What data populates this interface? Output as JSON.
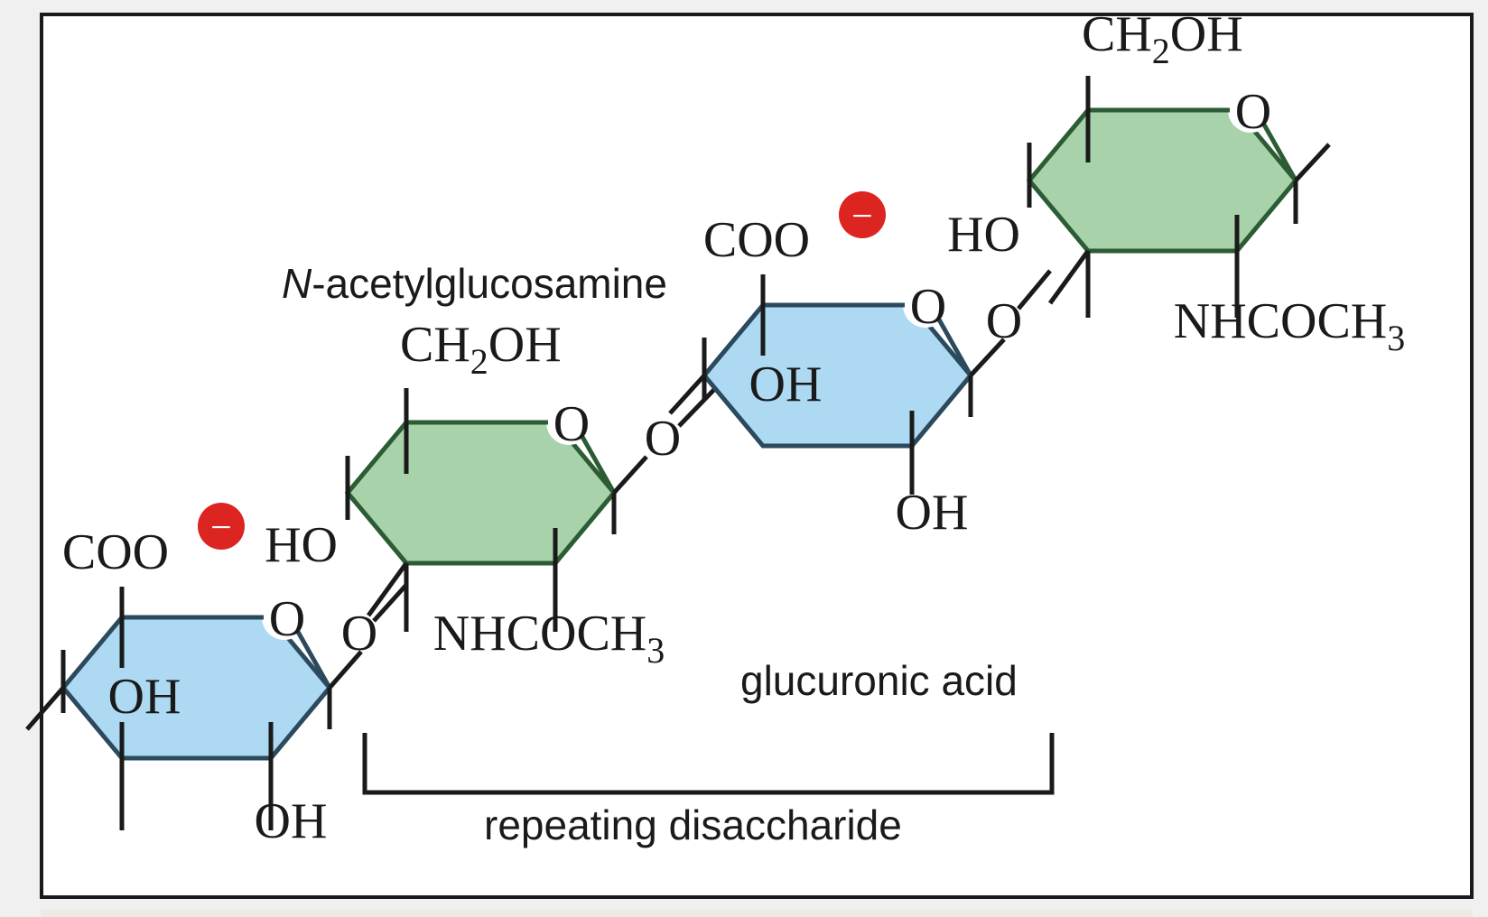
{
  "figure": {
    "title": "hyaluronan repeating disaccharide structure",
    "background": "#f0f0f0",
    "panel_background": "#ffffff",
    "border_color": "#1a1a1a",
    "bottom_strip_color": "#ecebe3"
  },
  "colors": {
    "blue_fill": "#addaf2",
    "blue_stroke": "#2b4a5e",
    "green_fill": "#a8d3aa",
    "green_stroke": "#2b5c33",
    "charge_red": "#dc2420",
    "bond_black": "#1a1a1a",
    "text_black": "#1a1a1a"
  },
  "labels": {
    "n_acetylglucosamine_italic": "N",
    "n_acetylglucosamine_rest": "-acetylglucosamine",
    "glucuronic_acid": "glucuronic acid",
    "repeating_disaccharide": "repeating disaccharide"
  },
  "chemical_groups": {
    "carboxylate": "COO",
    "charge_minus": "−",
    "hydroxymethyl_c": "CH",
    "hydroxymethyl_sub": "2",
    "hydroxymethyl_oh": "OH",
    "hydroxyl": "OH",
    "hydroxyl_reversed": "HO",
    "ring_oxygen": "O",
    "glycosidic_oxygen": "O",
    "acetamido_main": "NHCOCH",
    "acetamido_sub": "3"
  },
  "rings": [
    {
      "id": "ring-1-glucuronic-acid",
      "type": "glucuronic acid",
      "color": "blue",
      "position": "bottom-left",
      "substituents": [
        "COO⁻",
        "OH (ring interior)",
        "OH (below)",
        "O (ring oxygen)"
      ]
    },
    {
      "id": "ring-2-n-acetylglucosamine",
      "type": "N-acetylglucosamine",
      "color": "green",
      "position": "lower-middle",
      "substituents": [
        "CH2OH",
        "HO",
        "NHCOCH3",
        "O (ring oxygen)"
      ]
    },
    {
      "id": "ring-3-glucuronic-acid",
      "type": "glucuronic acid",
      "color": "blue",
      "position": "upper-middle",
      "substituents": [
        "COO⁻",
        "OH (ring interior)",
        "OH (below)",
        "O (ring oxygen)"
      ]
    },
    {
      "id": "ring-4-n-acetylglucosamine",
      "type": "N-acetylglucosamine",
      "color": "green",
      "position": "top-right",
      "substituents": [
        "CH2OH",
        "HO",
        "NHCOCH3",
        "O (ring oxygen)"
      ]
    }
  ],
  "linkages": [
    {
      "id": "glycosidic-1",
      "between": "ring-1 and ring-2",
      "atom": "O"
    },
    {
      "id": "glycosidic-2",
      "between": "ring-2 and ring-3",
      "atom": "O"
    },
    {
      "id": "glycosidic-3",
      "between": "ring-3 and ring-4",
      "atom": "O"
    }
  ],
  "bracket": {
    "label": "repeating disaccharide",
    "spans_from_ring": "ring-2-n-acetylglucosamine",
    "spans_to_ring": "ring-3-glucuronic-acid"
  }
}
